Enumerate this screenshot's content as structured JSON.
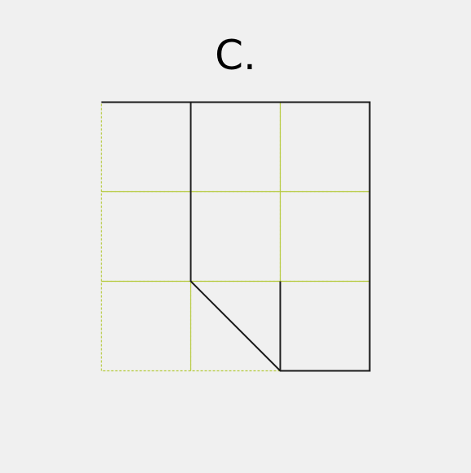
{
  "label": "C.",
  "colors": {
    "background": "#f0f0f0",
    "grid": "#b5c93a",
    "outline": "#1a1a1a"
  },
  "grid": {
    "rows": 3,
    "cols": 3,
    "style": "dashed"
  },
  "shape": {
    "outline_cells": [
      [
        0,
        0
      ],
      [
        1,
        0
      ],
      [
        1,
        2
      ],
      [
        2,
        3
      ],
      [
        3,
        3
      ],
      [
        3,
        0
      ]
    ],
    "inner_edge_cells": [
      [
        2,
        3
      ],
      [
        2,
        2
      ]
    ]
  }
}
